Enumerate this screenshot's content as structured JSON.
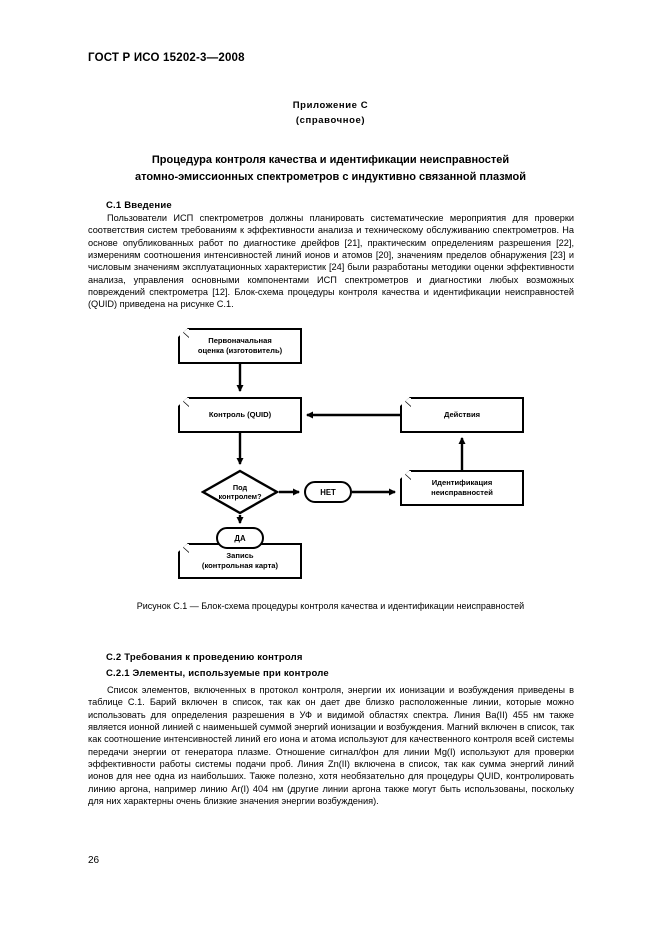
{
  "header": {
    "standard_code": "ГОСТ Р ИСО 15202-3—2008"
  },
  "annex": {
    "line1": "Приложение С",
    "line2": "(справочное)"
  },
  "title": {
    "line1": "Процедура контроля качества и идентификации неисправностей",
    "line2": "атомно-эмиссионных спектрометров с индуктивно связанной плазмой"
  },
  "sections": {
    "c1_heading": "С.1  Введение",
    "c1_body": "Пользователи ИСП спектрометров должны планировать систематические мероприятия для проверки соответствия систем требованиям к эффективности анализа и техническому обслуживанию спектрометров. На основе опубликованных работ по диагностике дрейфов [21], практическим определениям разрешения [22], измерениям соотношения интенсивностей линий ионов и атомов [20], значениям пределов обнаружения [23] и числовым значениям эксплуатационных характеристик [24] были разработаны методики оценки эффективности анализа, управления основными компонентами ИСП спектрометров и диагностики любых возможных повреждений спектрометра [12]. Блок-схема процедуры контроля качества и идентификации неисправностей (QUID) приведена на рисунке С.1.",
    "c2_heading": "С.2  Требования к проведению контроля",
    "c21_heading": "С.2.1  Элементы, используемые при контроле",
    "c21_body": "Список элементов, включенных в протокол контроля, энергии их ионизации и возбуждения приведены в таблице С.1. Барий включен в список, так как он дает две близко расположенные линии, которые можно использовать для определения разрешения в УФ и видимой областях спектра. Линия Ba(II) 455 нм также является ионной линией с наименьшей суммой энергий ионизации и возбуждения. Магний включен в список, так как соотношение интенсивностей линий его иона и атома используют для качественного контроля всей системы передачи энергии от генератора плазме. Отношение сигнал/фон для линии Mg(I) используют для проверки эффективности работы системы подачи проб. Линия Zn(II) включена в список, так как сумма энергий линий ионов для нее одна из наибольших. Также полезно, хотя необязательно для процедуры QUID, контролировать линию аргона, например линию Ar(I) 404 нм (другие линии аргона также могут быть использованы, поскольку для них характерны очень близкие значения энергии возбуждения)."
  },
  "figure": {
    "caption": "Рисунок С.1 — Блок-схема процедуры контроля качества и идентификации неисправностей",
    "nodes": {
      "initial": "Первоначальная\nоценка (изготовитель)",
      "initial_line1": "Первоначальная",
      "initial_line2": "оценка (изготовитель)",
      "control": "Контроль (QUID)",
      "decision_line1": "Под",
      "decision_line2": "контролем?",
      "no_label": "НЕТ",
      "yes_label": "ДА",
      "actions": "Действия",
      "identification_line1": "Идентификация",
      "identification_line2": "неисправностей",
      "record_line1": "Запись",
      "record_line2": "(контрольная карта)"
    }
  },
  "footer": {
    "page_number": "26"
  }
}
